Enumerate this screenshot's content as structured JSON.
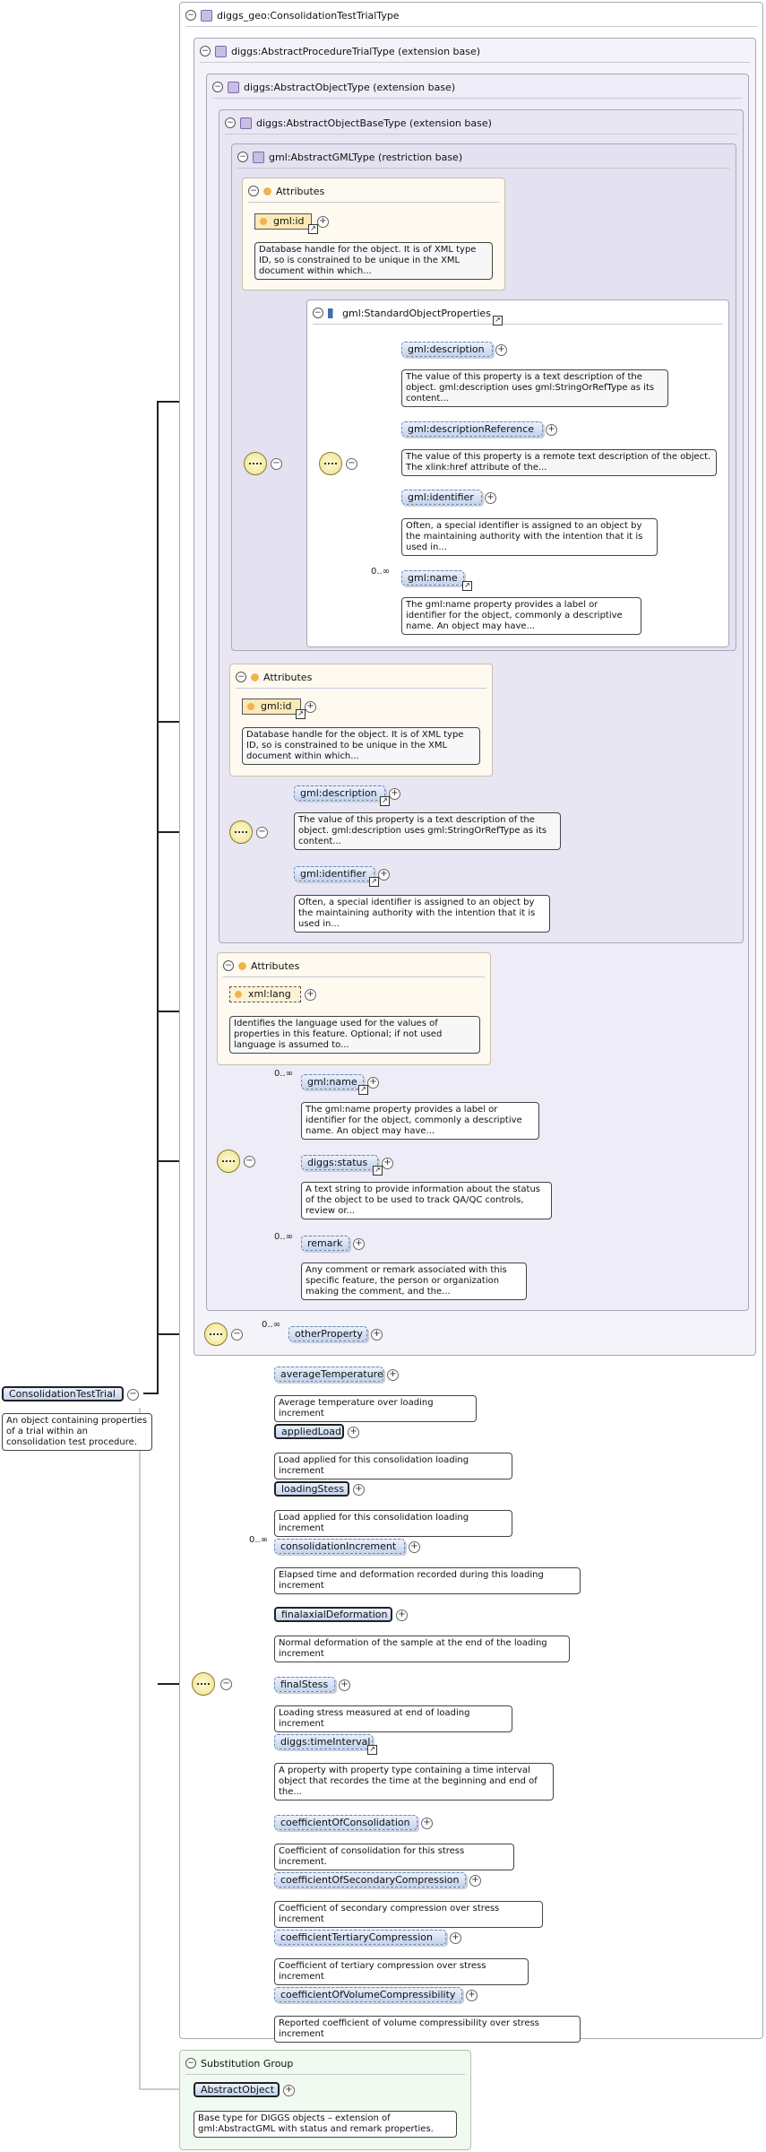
{
  "root": {
    "label": "ConsolidationTestTrial",
    "doc": "An object containing properties of a trial within an consolidation test procedure."
  },
  "types": {
    "trial": "diggs_geo:ConsolidationTestTrialType",
    "procedure": "diggs:AbstractProcedureTrialType (extension base)",
    "object": "diggs:AbstractObjectType (extension base)",
    "objectbase": "diggs:AbstractObjectBaseType (extension base)",
    "gml": "gml:AbstractGMLType (restriction base)"
  },
  "attributes_title": "Attributes",
  "std_props": "gml:StandardObjectProperties",
  "gml_attr": {
    "name": "gml:id",
    "doc": "Database handle for the object. It is of XML type ID, so is constrained to be unique in the XML document within which..."
  },
  "std_elements": [
    {
      "name": "gml:description",
      "doc": "The value of this property is a text description of the object. gml:description uses gml:StringOrRefType as its content..."
    },
    {
      "name": "gml:descriptionReference",
      "doc": "The value of this property is a remote text description of the object. The xlink:href attribute of the..."
    },
    {
      "name": "gml:identifier",
      "doc": "Often, a special identifier is assigned to an object by the maintaining authority with the intention that it is used in..."
    },
    {
      "name": "gml:name",
      "doc": "The gml:name property provides a label or identifier for the object, commonly a descriptive name. An object may have..."
    }
  ],
  "base_attr": {
    "name": "gml:id",
    "doc": "Database handle for the object. It is of XML type ID, so is constrained to be unique in the XML document within which..."
  },
  "base_elements": [
    {
      "name": "gml:description",
      "doc": "The value of this property is a text description of the object. gml:description uses gml:StringOrRefType as its content..."
    },
    {
      "name": "gml:identifier",
      "doc": "Often, a special identifier is assigned to an object by the maintaining authority with the intention that it is used in..."
    }
  ],
  "obj_attr": {
    "name": "xml:lang",
    "doc": "Identifies the language used for the values of properties in this feature. Optional; if not used language is assumed to..."
  },
  "obj_elements": [
    {
      "name": "gml:name",
      "doc": "The gml:name property provides a label or identifier for the object, commonly a descriptive name. An object may have..."
    },
    {
      "name": "diggs:status",
      "doc": "A text string to provide information about the status of the object to be used to track QA/QC controls, review or..."
    },
    {
      "name": "remark",
      "doc": "Any comment or remark associated with this specific feature, the person or organization making the comment, and the..."
    }
  ],
  "other_property": "otherProperty",
  "cardinality": "0..∞",
  "trial_elements": [
    {
      "name": "averageTemperature",
      "doc": "Average temperature over loading increment"
    },
    {
      "name": "appliedLoad",
      "doc": "Load applied for this consolidation loading increment"
    },
    {
      "name": "loadingStess",
      "doc": "Load applied for this consolidation loading increment"
    },
    {
      "name": "consolidationIncrement",
      "doc": "Elapsed time and deformation recorded during this loading increment"
    },
    {
      "name": "finalaxialDeformation",
      "doc": "Normal deformation of the sample at the end of the loading increment"
    },
    {
      "name": "finalStess",
      "doc": "Loading stress measured at end of loading increment"
    },
    {
      "name": "diggs:timeInterval",
      "doc": "A property with property type containing a time interval object that recordes the time at the beginning and end of the..."
    },
    {
      "name": "coefficientOfConsolidation",
      "doc": "Coefficient of consolidation for this stress increment."
    },
    {
      "name": "coefficientOfSecondaryCompression",
      "doc": "Coefficient of secondary compression over stress increment"
    },
    {
      "name": "coefficientTertiaryCompression",
      "doc": "Coefficient of tertiary compression over stress increment"
    },
    {
      "name": "coefficientOfVolumeCompressibility",
      "doc": "Reported coefficient of volume compressibility over stress increment"
    }
  ],
  "substitution": {
    "title": "Substitution Group",
    "name": "AbstractObject",
    "doc": "Base type for DIGGS objects – extension of gml:AbstractGML with status and remark properties."
  },
  "colors": {
    "panel": "#f4f3f9",
    "attributes_bg": "#fffaf0",
    "element_fill": "#c4d4ee",
    "sequence_fill": "#ece18a",
    "substitution_bg": "#f0faf0"
  }
}
